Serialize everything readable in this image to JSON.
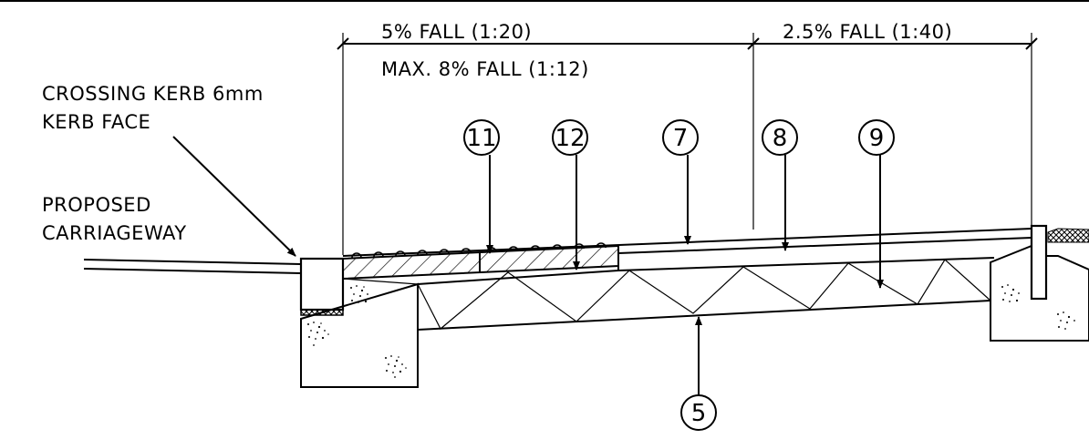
{
  "dimensions": {
    "fall_1": "5% FALL (1:20)",
    "fall_1_max": "MAX. 8% FALL (1:12)",
    "fall_2": "2.5% FALL (1:40)"
  },
  "labels": {
    "kerb_line1": "CROSSING KERB 6mm",
    "kerb_line2": "KERB FACE",
    "carriageway_line1": "PROPOSED",
    "carriageway_line2": "CARRIAGEWAY"
  },
  "callouts": {
    "c11": "11",
    "c12": "12",
    "c7": "7",
    "c8": "8",
    "c9": "9",
    "c5": "5"
  }
}
